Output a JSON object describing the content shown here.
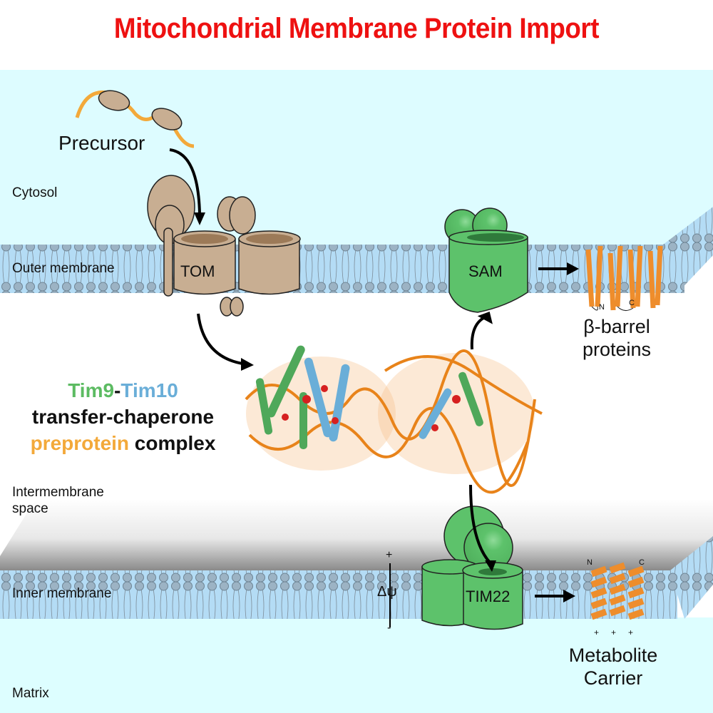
{
  "title": "Mitochondrial Membrane Protein Import",
  "colors": {
    "title": "#ee1111",
    "cytosol": "#ddfcff",
    "matrix": "#ddfeff",
    "membrane": "#b4dcf5",
    "lipid_head": "#9cb3c4",
    "tom": "#c8ae92",
    "green_complex": "#5dc26b",
    "beta_barrel": "#ee8d2c",
    "tim9": "#5cbb62",
    "tim10": "#6aaed8",
    "preprotein": "#f3a93a"
  },
  "regions": {
    "cytosol": "Cytosol",
    "outer_membrane": "Outer membrane",
    "intermembrane_space_line1": "Intermembrane",
    "intermembrane_space_line2": "space",
    "inner_membrane": "Inner membrane",
    "matrix": "Matrix"
  },
  "labels": {
    "precursor": "Precursor",
    "tom": "TOM",
    "sam": "SAM",
    "tim22": "TIM22",
    "beta_barrel_line1": "β-barrel",
    "beta_barrel_line2": "proteins",
    "metabolite_line1": "Metabolite",
    "metabolite_line2": "Carrier",
    "delta_psi": "Δψ",
    "plus": "+",
    "minus": "-",
    "n_term": "N",
    "c_term": "C",
    "charges": [
      "+",
      "+",
      "+"
    ]
  },
  "complex_label": {
    "tim9": "Tim9",
    "dash": "-",
    "tim10": "Tim10",
    "line2": "transfer-chaperone",
    "preprotein": "preprotein",
    "complex": " complex"
  }
}
